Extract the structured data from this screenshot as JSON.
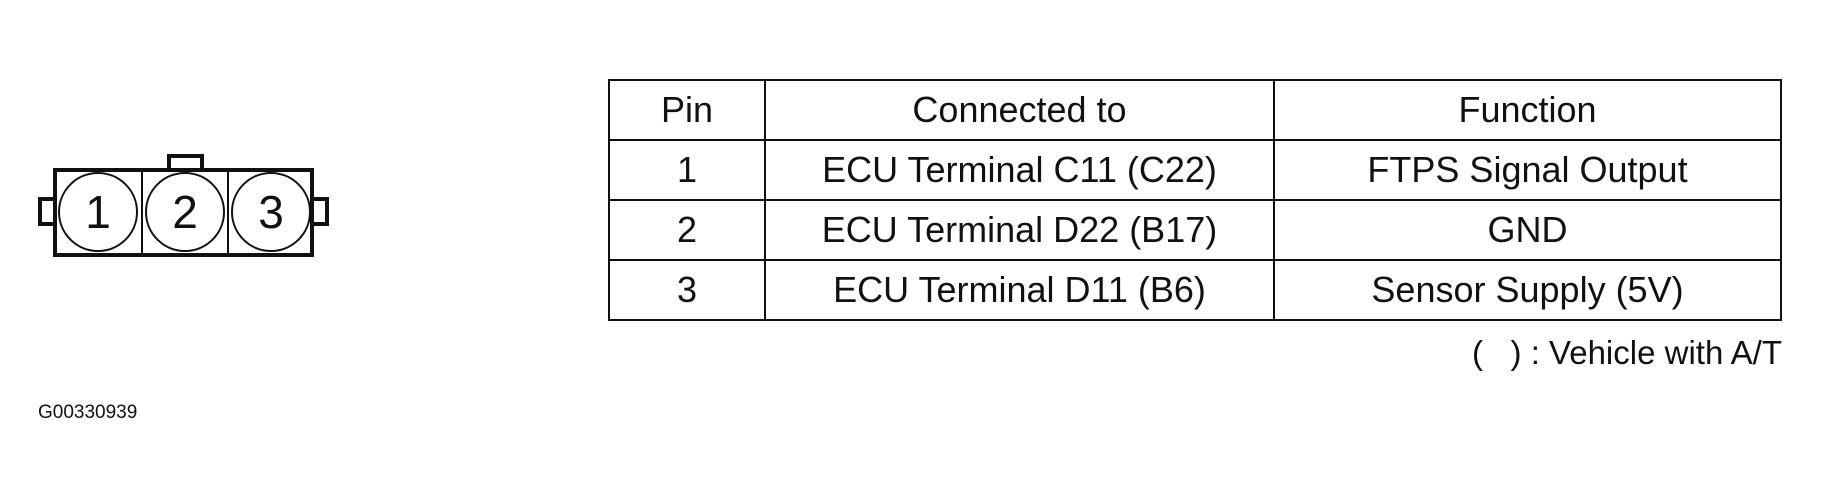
{
  "connector": {
    "pins": [
      "1",
      "2",
      "3"
    ]
  },
  "table": {
    "headers": {
      "pin": "Pin",
      "connected_to": "Connected to",
      "function": "Function"
    },
    "rows": [
      {
        "pin": "1",
        "connected_to": "ECU Terminal C11 (C22)",
        "function": "FTPS Signal Output"
      },
      {
        "pin": "2",
        "connected_to": "ECU Terminal D22 (B17)",
        "function": "GND"
      },
      {
        "pin": "3",
        "connected_to": "ECU Terminal D11 (B6)",
        "function": "Sensor Supply (5V)"
      }
    ]
  },
  "footnote": "(   ) : Vehicle with A/T",
  "figure_code": "G00330939"
}
